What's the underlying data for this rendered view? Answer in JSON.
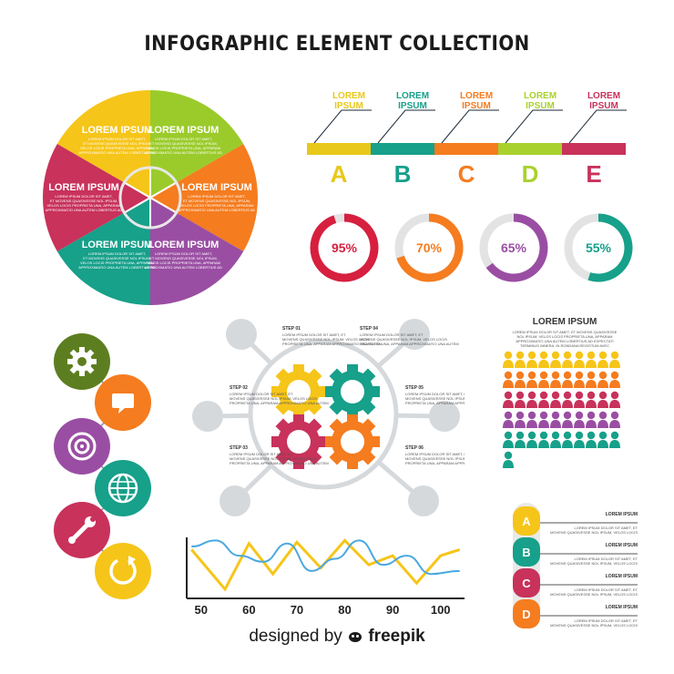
{
  "title": "INFOGRAPHIC ELEMENT COLLECTION",
  "credit": {
    "prefix": "designed by",
    "brand": "freepik"
  },
  "colors": {
    "yellow": "#f6c519",
    "green": "#9bcb2b",
    "orange": "#f57c1f",
    "purple": "#9a4ea3",
    "teal": "#17a08a",
    "red": "#d73a57",
    "crimson": "#c8325b",
    "olive": "#5d7e20",
    "gray": "#d9dcdf"
  },
  "lorem_title": "LOREM IPSUM",
  "lorem_text": "LOREM IPSUM DOLOR SIT AMET, ET MOVENS QUASIVESSE NOL IPSUM, VELOS LOCIS PROPRIETA UNA, APPARAM APPROXIMATIO UNA AUTEM LOBERTIUS AD EXPECTATI TERMINUS INNERA, IN RONDANA REGISTUM AVEC",
  "wheel": {
    "segments": [
      {
        "title": "LOREM IPSUM",
        "color": "#f6c519"
      },
      {
        "title": "LOREM IPSUM",
        "color": "#9bcb2b"
      },
      {
        "title": "LOREM IPSUM",
        "color": "#f57c1f"
      },
      {
        "title": "LOREM IPSUM",
        "color": "#9a4ea3"
      },
      {
        "title": "LOREM IPSUM",
        "color": "#17a08a"
      },
      {
        "title": "LOREM IPSUM",
        "color": "#c8325b"
      }
    ]
  },
  "timeline": {
    "items": [
      {
        "label": "LOREM IPSUM",
        "letter": "A",
        "color": "#e8c81a"
      },
      {
        "label": "LOREM IPSUM",
        "letter": "B",
        "color": "#17a08a"
      },
      {
        "label": "LOREM IPSUM",
        "letter": "C",
        "color": "#f57c1f"
      },
      {
        "label": "LOREM IPSUM",
        "letter": "D",
        "color": "#a9d12e"
      },
      {
        "label": "LOREM IPSUM",
        "letter": "E",
        "color": "#c8325b"
      }
    ]
  },
  "donuts": [
    {
      "label": "95%",
      "value": 0.95,
      "color": "#d71f3f"
    },
    {
      "label": "70%",
      "value": 0.7,
      "color": "#f57c1f"
    },
    {
      "label": "65%",
      "value": 0.65,
      "color": "#9a4ea3"
    },
    {
      "label": "55%",
      "value": 0.55,
      "color": "#17a08a"
    }
  ],
  "icon_chain": [
    {
      "icon": "gear-icon",
      "color": "#5d7e20"
    },
    {
      "icon": "chat-icon",
      "color": "#f57c1f"
    },
    {
      "icon": "target-icon",
      "color": "#9a4ea3"
    },
    {
      "icon": "globe-icon",
      "color": "#17a08a"
    },
    {
      "icon": "wrench-icon",
      "color": "#c8325b"
    },
    {
      "icon": "refresh-icon",
      "color": "#f6c519"
    }
  ],
  "steps": [
    {
      "label": "STEP 01"
    },
    {
      "label": "STEP 02"
    },
    {
      "label": "STEP 03"
    },
    {
      "label": "STEP 04"
    },
    {
      "label": "STEP 05"
    },
    {
      "label": "STEP 06"
    }
  ],
  "people": {
    "title": "LOREM IPSUM",
    "rows": [
      {
        "color": "#f6c519",
        "count": 10
      },
      {
        "color": "#f57c1f",
        "count": 10
      },
      {
        "color": "#c8325b",
        "count": 10
      },
      {
        "color": "#9a4ea3",
        "count": 10
      },
      {
        "color": "#17a08a",
        "count": 10
      },
      {
        "color": "#17a08a",
        "count": 1
      }
    ]
  },
  "chart_data": {
    "type": "line",
    "x": [
      50,
      60,
      70,
      80,
      90,
      100
    ],
    "xlabel": "",
    "ylabel": "",
    "series": [
      {
        "color": "#f6c519",
        "points": [
          [
            48,
            80
          ],
          [
            55,
            15
          ],
          [
            60,
            90
          ],
          [
            65,
            40
          ],
          [
            70,
            92
          ],
          [
            75,
            50
          ],
          [
            80,
            95
          ],
          [
            85,
            55
          ],
          [
            90,
            70
          ],
          [
            95,
            25
          ],
          [
            100,
            70
          ],
          [
            104,
            80
          ]
        ]
      },
      {
        "color": "#4aa8e0",
        "points": [
          [
            48,
            85
          ],
          [
            53,
            95
          ],
          [
            58,
            70
          ],
          [
            63,
            60
          ],
          [
            68,
            90
          ],
          [
            73,
            45
          ],
          [
            78,
            65
          ],
          [
            83,
            95
          ],
          [
            88,
            55
          ],
          [
            93,
            70
          ],
          [
            98,
            40
          ],
          [
            104,
            45
          ]
        ]
      }
    ]
  },
  "abcd": [
    {
      "letter": "A",
      "color": "#f6c519",
      "title": "LOREM IPSUM"
    },
    {
      "letter": "B",
      "color": "#17a08a",
      "title": "LOREM IPSUM"
    },
    {
      "letter": "C",
      "color": "#c8325b",
      "title": "LOREM IPSUM"
    },
    {
      "letter": "D",
      "color": "#f57c1f",
      "title": "LOREM IPSUM"
    }
  ]
}
